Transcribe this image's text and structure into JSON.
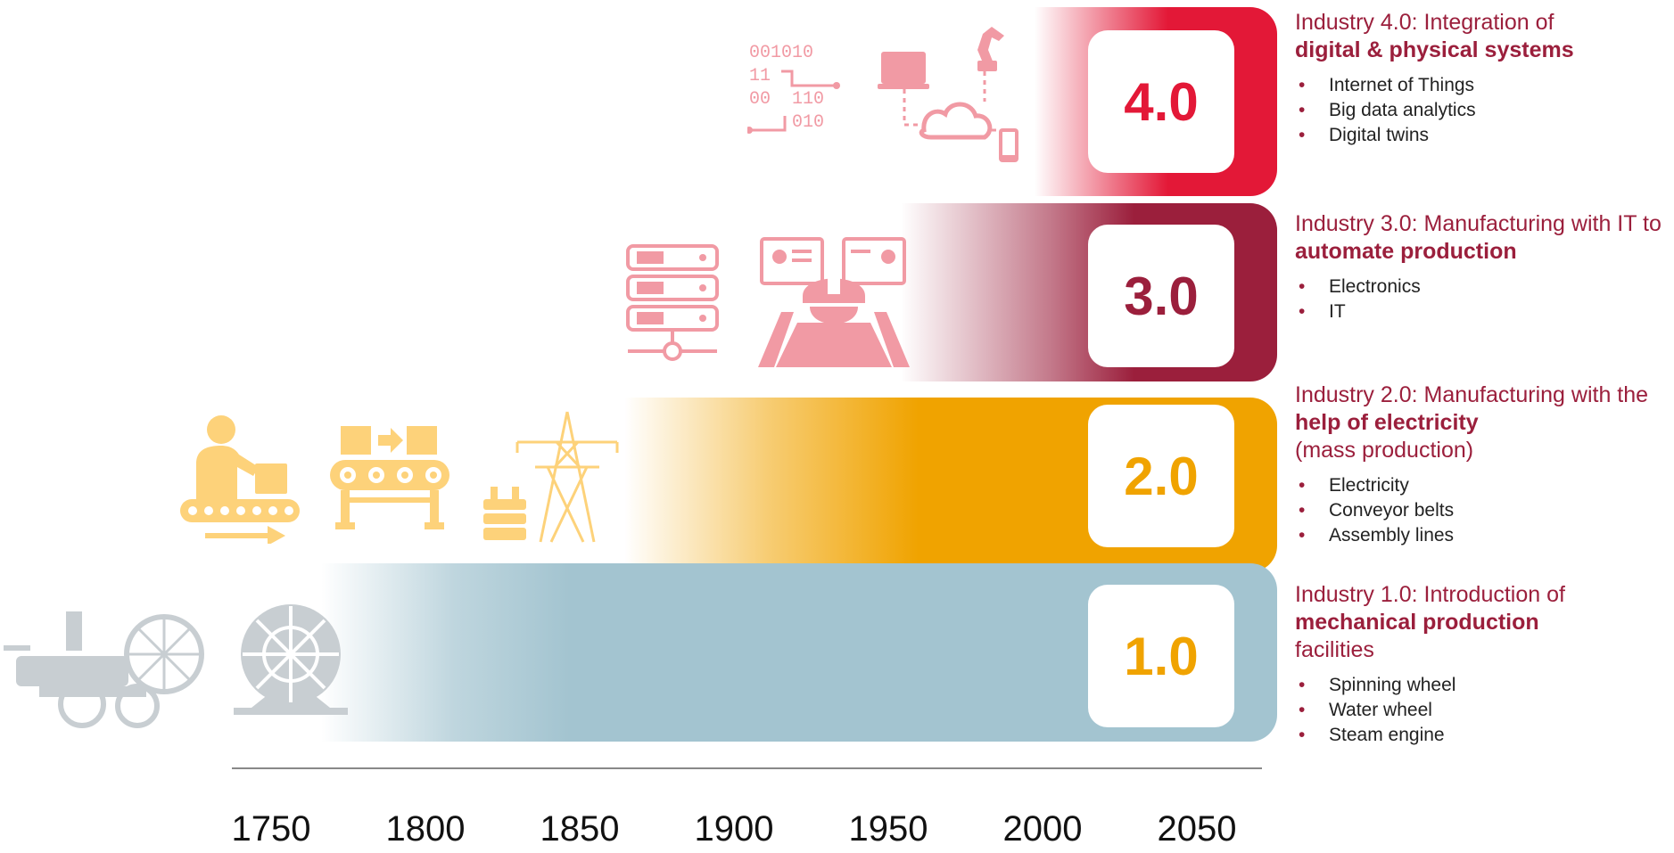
{
  "eras": {
    "i4": {
      "number": "4.0",
      "heading_plain": "Industry 4.0: Integration of",
      "heading_bold": "digital & physical systems",
      "bullets": [
        "Internet of Things",
        "Big  data analytics",
        "Digital twins"
      ],
      "color": "#e31837"
    },
    "i3": {
      "number": "3.0",
      "heading_plain": "Industry 3.0: Manufacturing with IT to",
      "heading_bold": "automate production",
      "bullets": [
        "Electronics",
        "IT"
      ],
      "color": "#9b1f3c"
    },
    "i2": {
      "number": "2.0",
      "heading_plain": "Industry 2.0: Manufacturing with the",
      "heading_bold": "help of electricity",
      "heading_tail": "(mass production)",
      "bullets": [
        "Electricity",
        "Conveyor belts",
        "Assembly lines"
      ],
      "color": "#f0a300"
    },
    "i1": {
      "number": "1.0",
      "heading_plain": "Industry 1.0: Introduction of",
      "heading_bold": "mechanical production",
      "heading_tail": "facilities",
      "bullets": [
        "Spinning wheel",
        "Water wheel",
        "Steam engine"
      ],
      "color": "#a3c4d0"
    }
  },
  "binary_icon_text": [
    "001010",
    "11",
    "00",
    "110",
    "010"
  ],
  "bullet_glyph": "•",
  "timeline": {
    "years": [
      "1750",
      "1800",
      "1850",
      "1900",
      "1950",
      "2000",
      "2050"
    ]
  },
  "icons": [
    "binary-code-icon",
    "cloud-computing-icon",
    "server-rack-icon",
    "engineer-monitor-icon",
    "worker-conveyor-icon",
    "conveyor-belt-icon",
    "power-tower-icon",
    "steam-locomotive-icon",
    "water-wheel-icon"
  ]
}
